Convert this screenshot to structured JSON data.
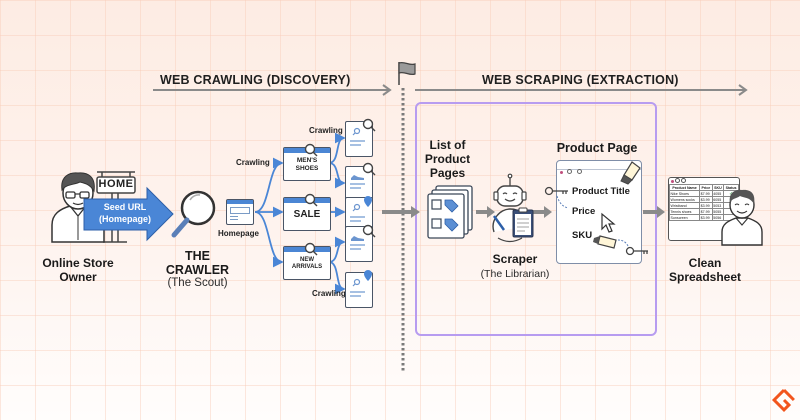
{
  "phases": {
    "crawling": "WEB CRAWLING (DISCOVERY)",
    "scraping": "WEB SCRAPING (EXTRACTION)"
  },
  "owner": {
    "sign_text": "HOME",
    "arrow_line1": "Seed URL",
    "arrow_line2": "(Homepage)",
    "label_line1": "Online Store",
    "label_line2": "Owner"
  },
  "crawler": {
    "title_line1": "THE",
    "title_line2": "CRAWLER",
    "subtitle": "(The Scout)"
  },
  "site_tree": {
    "homepage_label": "Homepage",
    "crawling_labels": [
      "Crawling",
      "Crawling",
      "Crawling"
    ],
    "sections": [
      {
        "line1": "MEN'S",
        "line2": "SHOES"
      },
      {
        "line1": "SALE",
        "line2": ""
      },
      {
        "line1": "NEW",
        "line2": "ARRIVALS"
      }
    ],
    "leaf_pages": [
      {
        "icon": "search-icon"
      },
      {
        "icon": "search-icon"
      },
      {
        "icon": "location-pin-icon"
      },
      {
        "icon": "search-icon"
      },
      {
        "icon": "location-pin-icon"
      }
    ]
  },
  "list_pages": {
    "line1": "List of",
    "line2": "Product",
    "line3": "Pages"
  },
  "scraper": {
    "title": "Scraper",
    "subtitle": "(The Librarian)"
  },
  "product_page": {
    "title": "Product Page",
    "fields": [
      "Product Title",
      "Price",
      "SKU"
    ]
  },
  "spreadsheet": {
    "label_line1": "Clean",
    "label_line2": "Spreadsheet",
    "headers": [
      "Product Name",
      "Price",
      "SKU",
      "Status"
    ],
    "rows": [
      [
        "Nike Shoes",
        "$7.99",
        "4055",
        "✓"
      ],
      [
        "Womens socks",
        "$3.99",
        "6055",
        "✓"
      ],
      [
        "Wristband",
        "$3.99",
        "5053",
        "✓"
      ],
      [
        "Tennis shoes",
        "$7.99",
        "5055",
        ""
      ],
      [
        "Sunscreen",
        "$3.99",
        "5056",
        ""
      ]
    ]
  },
  "colors": {
    "accent_blue": "#4a86d6",
    "scraping_box": "#b79cf0",
    "arrow_gray": "#8a8a8a",
    "logo_orange": "#f2551d"
  }
}
